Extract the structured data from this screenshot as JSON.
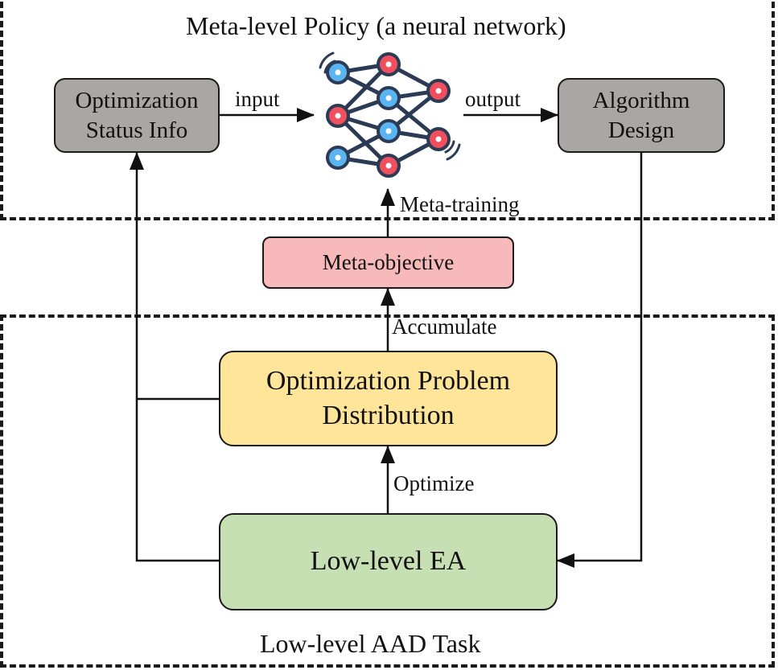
{
  "meta_level": {
    "title": "Meta-level Policy (a neural network)",
    "status_box": {
      "line1": "Optimization",
      "line2": "Status Info"
    },
    "algorithm_box": {
      "line1": "Algorithm",
      "line2": "Design"
    },
    "input_label": "input",
    "output_label": "output",
    "network_icon": "neural-network-icon"
  },
  "meta_training_label": "Meta-training",
  "meta_objective": "Meta-objective",
  "accumulate_label": "Accumulate",
  "low_level": {
    "title": "Low-level AAD Task",
    "problem_box": {
      "line1": "Optimization Problem",
      "line2": "Distribution"
    },
    "ea_box": "Low-level EA",
    "optimize_label": "Optimize"
  },
  "colors": {
    "gray_box": "#aaa6a5",
    "meta_objective": "#f8b9bb",
    "problem_distribution": "#ffe599",
    "low_level_ea": "#c6e0b3",
    "node_blue": "#5ab4f0",
    "node_red": "#f04f5e",
    "node_outline": "#2b3a55"
  }
}
